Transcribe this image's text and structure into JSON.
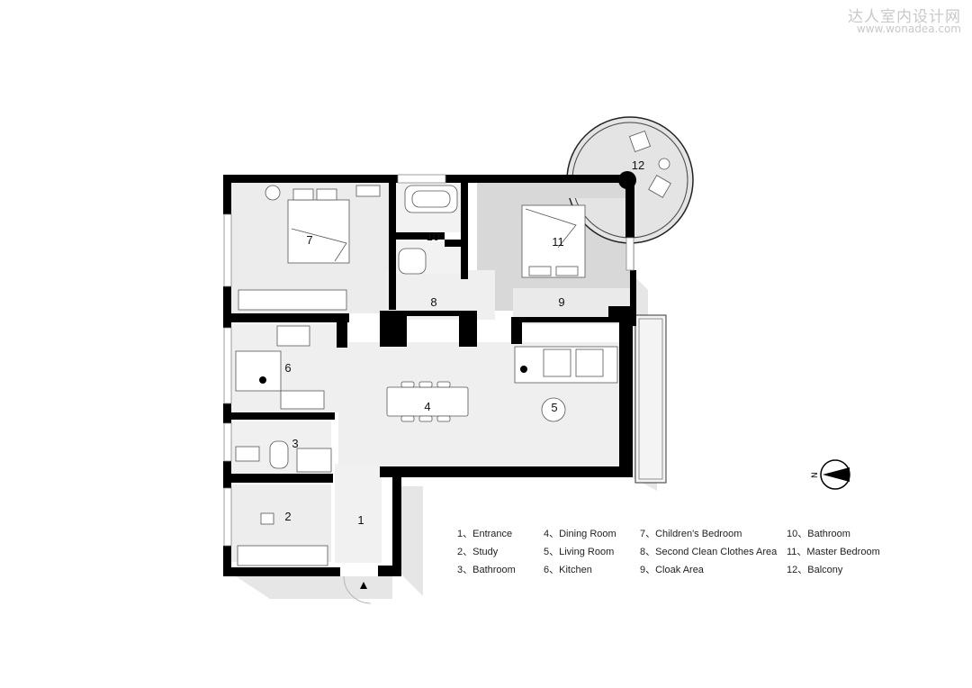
{
  "watermark": {
    "cn": "达人室内设计网",
    "url": "www.wonadea.com"
  },
  "rooms": {
    "1": "1",
    "2": "2",
    "3": "3",
    "4": "4",
    "5": "5",
    "6": "6",
    "7": "7",
    "8": "8",
    "9": "9",
    "10": "10",
    "11": "11",
    "12": "12"
  },
  "legend": [
    "1、Entrance",
    "2、Study",
    "3、Bathroom",
    "4、Dining Room",
    "5、Living Room",
    "6、Kitchen",
    "7、Children's Bedroom",
    "8、Second Clean Clothes Area",
    "9、Cloak Area",
    "10、Bathroom",
    "11、Master Bedroom",
    "12、Balcony"
  ],
  "north_label": "N",
  "colors": {
    "wall": "#000000",
    "floor": "#eeeeee",
    "master_floor": "#d9d9d9",
    "shadow": "#e3e3e3",
    "furniture": "#ffffff"
  }
}
